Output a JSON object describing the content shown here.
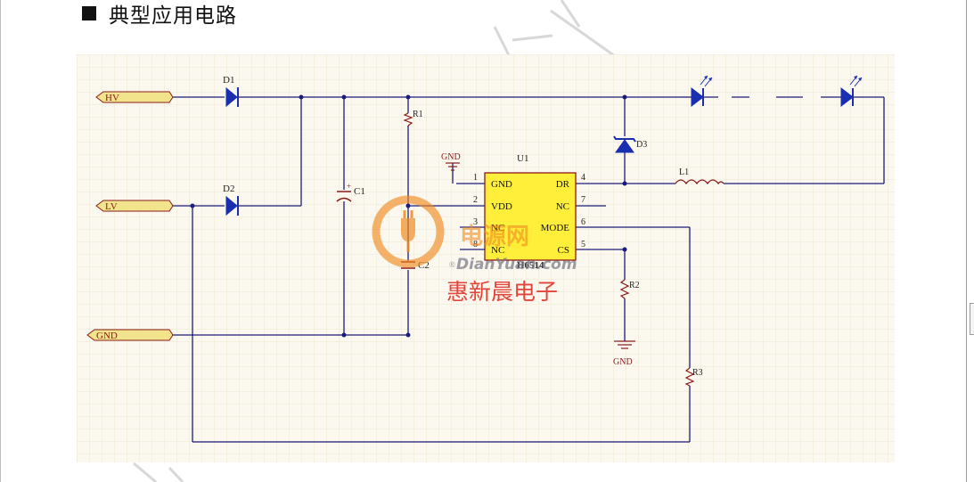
{
  "heading": {
    "title": "典型应用电路"
  },
  "ports": {
    "hv": "HV",
    "lv": "LV",
    "gnd": "GND"
  },
  "components": {
    "d1": "D1",
    "d2": "D2",
    "d3": "D3",
    "c1": "C1",
    "c2": "C2",
    "r1": "R1",
    "r2": "R2",
    "r3": "R3",
    "l1": "L1",
    "u1": "U1",
    "gnd_top": "GND",
    "gnd_bottom": "GND"
  },
  "ic": {
    "part": "H6514",
    "left_pins": [
      {
        "num": "1",
        "name": "GND"
      },
      {
        "num": "2",
        "name": "VDD"
      },
      {
        "num": "3",
        "name": "NC"
      },
      {
        "num": "8",
        "name": "NC"
      }
    ],
    "right_pins": [
      {
        "num": "4",
        "name": "DR"
      },
      {
        "num": "7",
        "name": "NC"
      },
      {
        "num": "6",
        "name": "MODE"
      },
      {
        "num": "5",
        "name": "CS"
      }
    ]
  },
  "watermark": {
    "cn": "电源网",
    "en": "DianYuan.com",
    "reg": "®",
    "company": "惠新晨电子"
  },
  "colors": {
    "wire": "#1c1c7a",
    "component": "#8a1a1a",
    "ic_fill": "#ffef3a",
    "port_fill": "#f2e48c",
    "led_fill": "#1a2fb0",
    "watermark_orange": "#f08a1e",
    "company_red": "#e0261c",
    "grid_bg": "#fbf8ef",
    "grid_line": "#ece6d2"
  }
}
